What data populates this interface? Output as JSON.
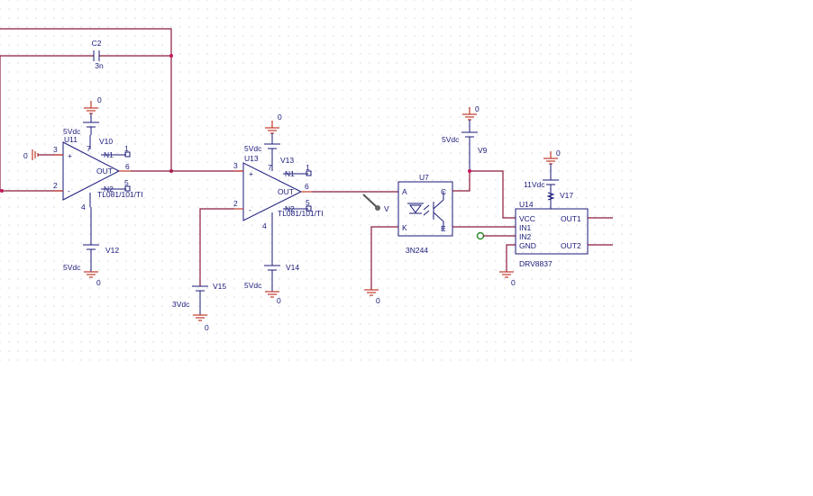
{
  "colors": {
    "wire": "#8b1a3a",
    "part": "#1a1a7a",
    "ground": "#c0392b",
    "node": "#c2185b",
    "grid": "#b9c2cc"
  },
  "capacitor": {
    "ref": "C2",
    "value": "3n"
  },
  "opamp1": {
    "ref": "U11",
    "model": "TL081/101/TI",
    "out_label": "OUT",
    "pin_plus": "3",
    "pin_minus": "2",
    "pin_out": "6",
    "pin_v_plus": "7",
    "pin_v_minus": "4",
    "pin_n1": "1",
    "pin_n2": "5",
    "n1_label": "N1",
    "n2_label": "N2",
    "plus_sign": "+",
    "minus_sign": "-"
  },
  "opamp2": {
    "ref": "U13",
    "model": "TL081/101/TI",
    "out_label": "OUT",
    "pin_plus": "3",
    "pin_minus": "2",
    "pin_out": "6",
    "pin_v_plus": "7",
    "pin_v_minus": "4",
    "pin_n1": "1",
    "pin_n2": "5",
    "n1_label": "N1",
    "n2_label": "N2",
    "plus_sign": "+",
    "minus_sign": "-"
  },
  "sources": {
    "v10": {
      "ref": "V10",
      "value": "5Vdc"
    },
    "v12": {
      "ref": "V12",
      "value": "5Vdc"
    },
    "v13": {
      "ref": "V13",
      "value": "5Vdc"
    },
    "v14": {
      "ref": "V14",
      "value": "5Vdc"
    },
    "v15": {
      "ref": "V15",
      "value": "3Vdc"
    },
    "v9": {
      "ref": "V9",
      "value": "5Vdc"
    },
    "v17": {
      "ref": "V17",
      "value": "11Vdc"
    }
  },
  "ground_label": "0",
  "input_ground_label": "0",
  "optocoupler": {
    "ref": "U7",
    "model": "3N244",
    "pin_a": "A",
    "pin_k": "K",
    "pin_c": "C",
    "pin_e": "E"
  },
  "probe_label": "V",
  "driver": {
    "ref": "U14",
    "model": "DRV8837",
    "vcc": "VCC",
    "in1": "IN1",
    "in2": "IN2",
    "gnd": "GND",
    "out1": "OUT1",
    "out2": "OUT2"
  }
}
